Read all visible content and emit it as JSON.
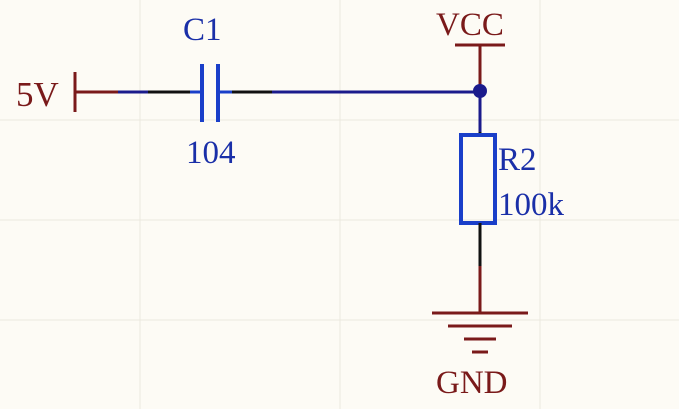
{
  "schematic": {
    "input_port": {
      "label": "5V"
    },
    "capacitor": {
      "designator": "C1",
      "value": "104"
    },
    "power_port": {
      "label": "VCC"
    },
    "resistor": {
      "designator": "R2",
      "value": "100k"
    },
    "ground": {
      "label": "GND"
    }
  },
  "colors": {
    "background": "#fdfbf5",
    "grid": "#ebe8df",
    "wire": "#1b1b8c",
    "component_body": "#1a3fc9",
    "label_blue": "#1a2fa8",
    "power_symbol": "#7a1a1a",
    "pin": "#111111",
    "junction": "#1b1b8c"
  }
}
